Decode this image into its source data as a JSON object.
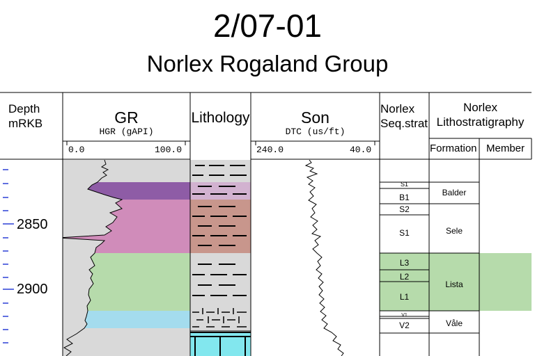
{
  "title": "2/07-01",
  "subtitle": "Norlex Rogaland Group",
  "depth_track": {
    "label_line1": "Depth",
    "label_line2": "mRKB",
    "ticks": [
      "2850",
      "2900"
    ]
  },
  "gr_track": {
    "title": "GR",
    "curve": "HGR (gAPI)",
    "scale_min": "0.0",
    "scale_max": "100.0"
  },
  "lithology_track": {
    "title": "Lithology"
  },
  "sonic_track": {
    "title": "Son",
    "curve": "DTC (us/ft)",
    "scale_left": "240.0",
    "scale_right": "40.0"
  },
  "seqstrat_track": {
    "title_line1": "Norlex",
    "title_line2": "Seq.strat",
    "units": [
      "S1",
      "B1",
      "S2",
      "S1",
      "L3",
      "L2",
      "L1",
      "V1",
      "V2"
    ]
  },
  "litho_track": {
    "title_line1": "Norlex",
    "title_line2": "Lithostratigraphy",
    "col_formation": "Formation",
    "col_member": "Member",
    "formations": [
      "Balder",
      "Sele",
      "Lista",
      "Våle"
    ]
  },
  "colors": {
    "balder": "#8e5ca6",
    "sele": "#d08cba",
    "lista": "#b6dbab",
    "vale": "#a4dcee",
    "sandstone": "#82e7ee",
    "shale_grey": "#d9d9d9",
    "sele_shale": "#c8968c",
    "tuff": "#d2b2d0"
  }
}
